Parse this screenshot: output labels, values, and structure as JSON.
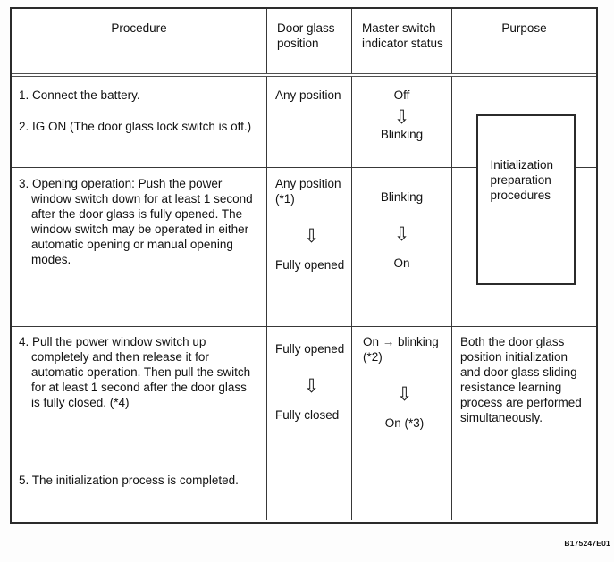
{
  "page": {
    "figure_code": "B175247E01"
  },
  "icons": {
    "down_arrow": "⇩"
  },
  "table": {
    "headers": {
      "procedure": "Procedure",
      "door_glass": "Door glass position",
      "indicator": "Master switch indicator status",
      "purpose": "Purpose"
    },
    "purpose_box": "Initialization preparation procedures",
    "row1": {
      "steps": {
        "s1": "1. Connect the battery.",
        "s2": "2. IG ON (The door glass lock switch is off.)"
      },
      "door_glass": "Any position",
      "indicator": {
        "from": "Off",
        "to": "Blinking"
      }
    },
    "row2": {
      "steps": {
        "s3": "3. Opening operation: Push the power window switch down for at least 1 second after the door glass is fully opened. The window switch may be operated in either automatic opening or manual opening modes."
      },
      "door_glass": {
        "from": "Any position (*1)",
        "to": "Fully opened"
      },
      "indicator": {
        "from": "Blinking",
        "to": "On"
      }
    },
    "row3": {
      "steps": {
        "s4": "4. Pull the power window switch up completely and then release it for automatic operation. Then pull the switch for at least 1 second after the door glass is fully closed. (*4)",
        "s5": "5. The initialization process is completed."
      },
      "door_glass": {
        "from": "Fully opened",
        "to": "Fully closed"
      },
      "indicator": {
        "from": "On → blinking (*2)",
        "to": "On (*3)"
      },
      "purpose": "Both the door glass position initialization and door glass sliding resistance learning process are performed simultaneously."
    }
  }
}
